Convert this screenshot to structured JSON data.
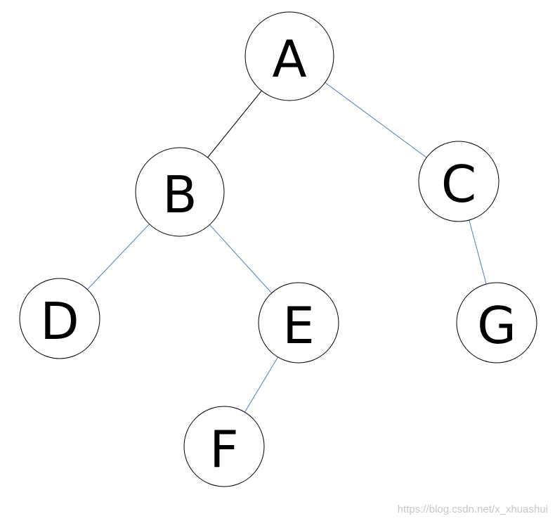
{
  "diagram": {
    "type": "binary-tree",
    "nodes": [
      {
        "id": "A",
        "label": "A"
      },
      {
        "id": "B",
        "label": "B"
      },
      {
        "id": "C",
        "label": "C"
      },
      {
        "id": "D",
        "label": "D"
      },
      {
        "id": "E",
        "label": "E"
      },
      {
        "id": "F",
        "label": "F"
      },
      {
        "id": "G",
        "label": "G"
      }
    ],
    "edges": [
      {
        "from": "A",
        "to": "B",
        "color": "#000000"
      },
      {
        "from": "A",
        "to": "C",
        "color": "#4a7ebb"
      },
      {
        "from": "B",
        "to": "D",
        "color": "#4a7ebb"
      },
      {
        "from": "B",
        "to": "E",
        "color": "#4a7ebb"
      },
      {
        "from": "C",
        "to": "G",
        "color": "#4a7ebb"
      },
      {
        "from": "E",
        "to": "F",
        "color": "#4a7ebb"
      }
    ]
  },
  "watermark": "https://blog.csdn.net/x_xhuashui"
}
